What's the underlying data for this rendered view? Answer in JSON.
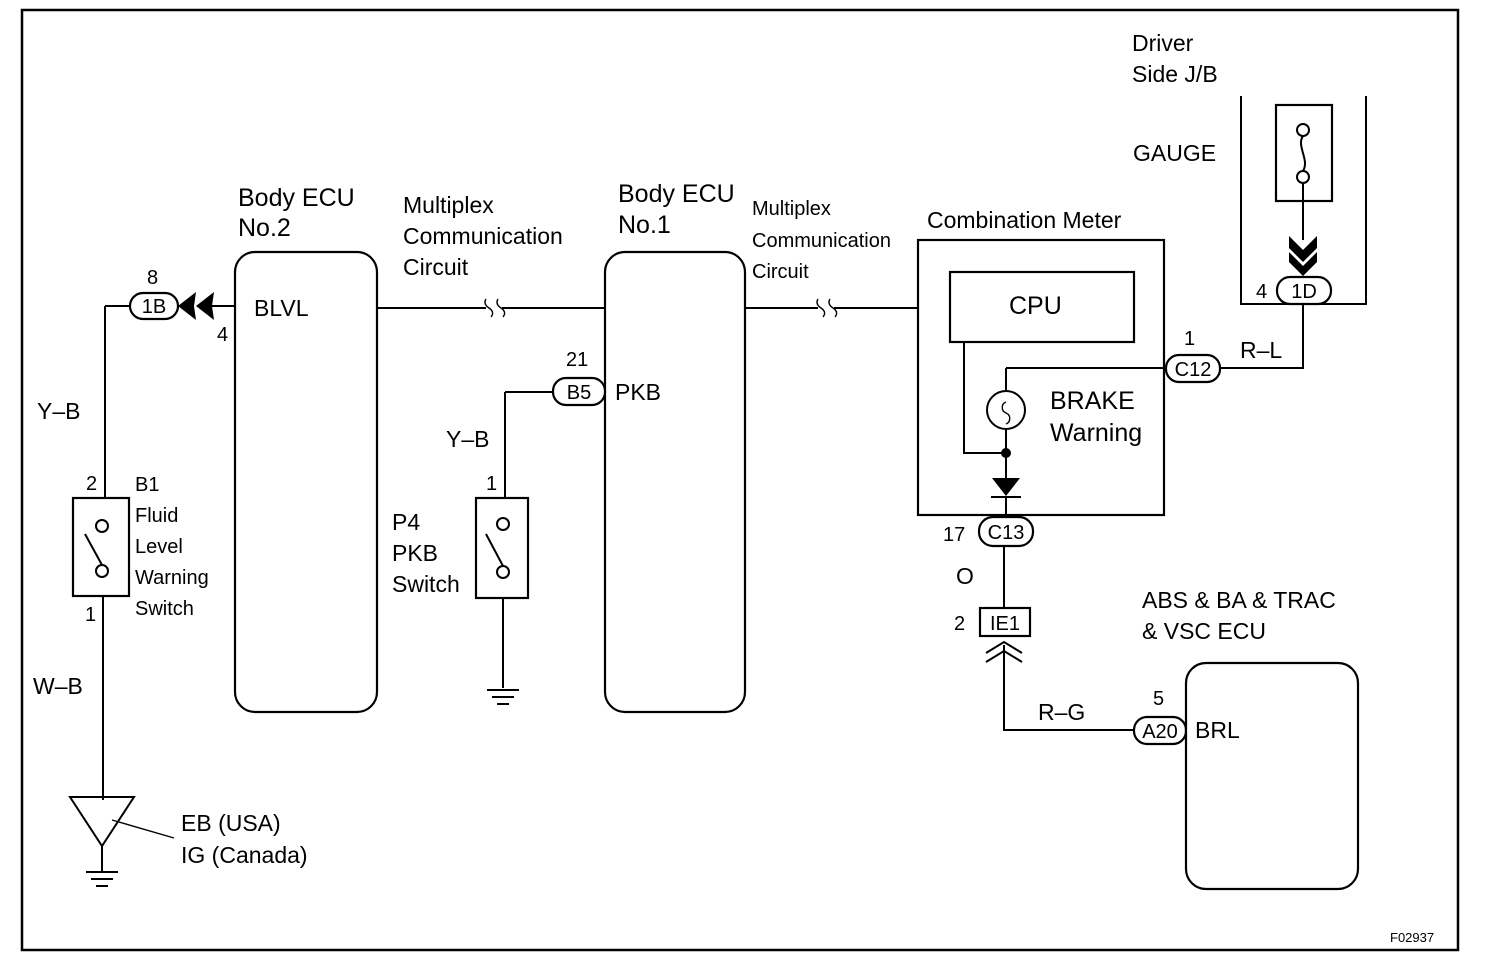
{
  "figure_id": "F02937",
  "components": {
    "body_ecu_2": {
      "title_line1": "Body  ECU",
      "title_line2": "No.2",
      "terminal": "BLVL"
    },
    "body_ecu_1": {
      "title_line1": "Body  ECU",
      "title_line2": "No.1",
      "terminal": "PKB"
    },
    "combination_meter": {
      "title": "Combination Meter",
      "cpu": "CPU",
      "lamp_line1": "BRAKE",
      "lamp_line2": "Warning"
    },
    "driver_side_jb": {
      "line1": "Driver",
      "line2": "Side J/B",
      "fuse": "GAUGE"
    },
    "abs_ecu": {
      "line1": "ABS & BA & TRAC",
      "line2": "& VSC ECU",
      "terminal": "BRL"
    },
    "fluid_switch": {
      "id": "B1",
      "line1": "Fluid",
      "line2": "Level",
      "line3": "Warning",
      "line4": "Switch"
    },
    "pkb_switch": {
      "id": "P4",
      "line1": "PKB",
      "line2": "Switch"
    },
    "ground": {
      "line1": "EB (USA)",
      "line2": "IG (Canada)"
    }
  },
  "multiplex": [
    {
      "line1": "Multiplex",
      "line2": "Communication",
      "line3": "Circuit"
    },
    {
      "line1": "Multiplex",
      "line2": "Communication",
      "line3": "Circuit"
    }
  ],
  "connectors": {
    "c1b": {
      "name": "1B",
      "pin": "8",
      "pin2": "4"
    },
    "b5": {
      "name": "B5",
      "pin": "21"
    },
    "c12": {
      "name": "C12",
      "pin": "1"
    },
    "d1": {
      "name": "1D",
      "pin": "4"
    },
    "c13": {
      "name": "C13",
      "pin": "17"
    },
    "ie1": {
      "name": "IE1",
      "pin": "2"
    },
    "a20": {
      "name": "A20",
      "pin": "5"
    }
  },
  "pins": {
    "b1_top": "2",
    "b1_bottom": "1",
    "p4_top": "1"
  },
  "wires": {
    "yb_left": "Y–B",
    "yb_pkb": "Y–B",
    "wb": "W–B",
    "rl": "R–L",
    "o": "O",
    "rg": "R–G"
  }
}
